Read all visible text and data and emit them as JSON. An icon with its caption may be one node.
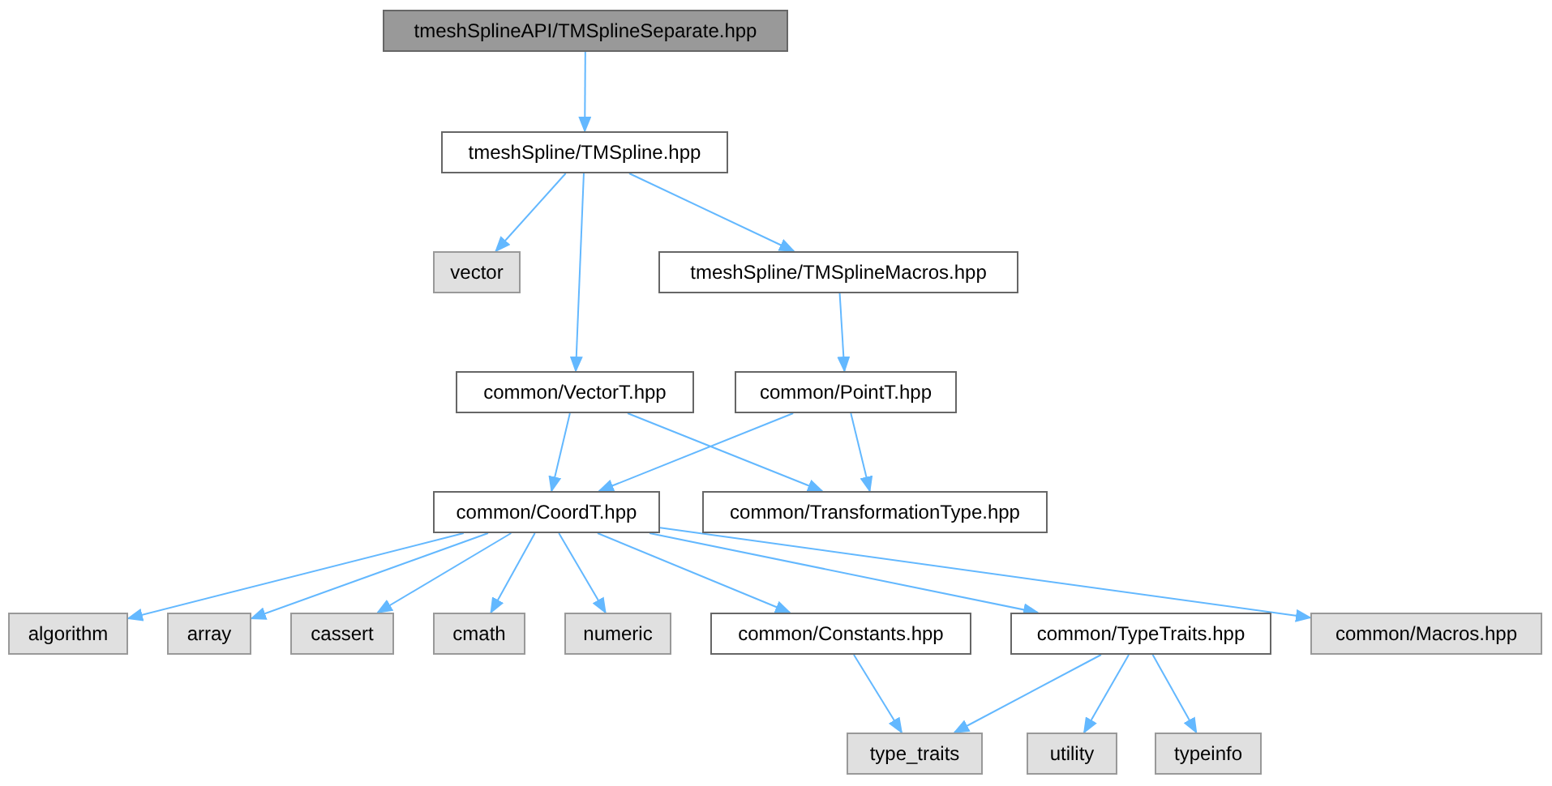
{
  "diagram": {
    "nodes": [
      {
        "text": [
          "tmeshSplineAPI/TMSplineSeparate.hpp"
        ]
      },
      {
        "text": [
          "tmeshSpline/TMSpline.hpp"
        ]
      },
      {
        "text": [
          "vector"
        ]
      },
      {
        "text": [
          "tmeshSpline/TMSplineMacros.hpp"
        ]
      },
      {
        "text": [
          "common/VectorT.hpp"
        ]
      },
      {
        "text": [
          "common/PointT.hpp"
        ]
      },
      {
        "text": [
          "common/CoordT.hpp"
        ]
      },
      {
        "text": [
          "common/TransformationType.hpp"
        ]
      },
      {
        "text": [
          "algorithm"
        ]
      },
      {
        "text": [
          "array"
        ]
      },
      {
        "text": [
          "cassert"
        ]
      },
      {
        "text": [
          "cmath"
        ]
      },
      {
        "text": [
          "numeric"
        ]
      },
      {
        "text": [
          "common/Constants.hpp"
        ]
      },
      {
        "text": [
          "common/TypeTraits.hpp"
        ]
      },
      {
        "text": [
          "common/Macros.hpp"
        ]
      },
      {
        "text": [
          "type_traits"
        ]
      },
      {
        "text": [
          "utility"
        ]
      },
      {
        "text": [
          "typeinfo"
        ]
      }
    ],
    "edges": [
      {
        "from": 0,
        "to": 1,
        "arrow": "to"
      },
      {
        "from": 1,
        "to": 2,
        "arrow": "to"
      },
      {
        "from": 1,
        "to": 4,
        "arrow": "to"
      },
      {
        "from": 1,
        "to": 3,
        "arrow": "to"
      },
      {
        "from": 3,
        "to": 5,
        "arrow": "to"
      },
      {
        "from": 4,
        "to": 6,
        "arrow": "to"
      },
      {
        "from": 4,
        "to": 7,
        "arrow": "to"
      },
      {
        "from": 5,
        "to": 6,
        "arrow": "to"
      },
      {
        "from": 5,
        "to": 7,
        "arrow": "to"
      },
      {
        "from": 6,
        "to": 8,
        "arrow": "to"
      },
      {
        "from": 6,
        "to": 9,
        "arrow": "to"
      },
      {
        "from": 6,
        "to": 10,
        "arrow": "to"
      },
      {
        "from": 6,
        "to": 11,
        "arrow": "to"
      },
      {
        "from": 6,
        "to": 12,
        "arrow": "to"
      },
      {
        "from": 6,
        "to": 13,
        "arrow": "to"
      },
      {
        "from": 6,
        "to": 14,
        "arrow": "to"
      },
      {
        "from": 6,
        "to": 15,
        "arrow": "to"
      },
      {
        "from": 13,
        "to": 16,
        "arrow": "to"
      },
      {
        "from": 14,
        "to": 16,
        "arrow": "to"
      },
      {
        "from": 14,
        "to": 17,
        "arrow": "to"
      },
      {
        "from": 14,
        "to": 18,
        "arrow": "to"
      }
    ]
  }
}
